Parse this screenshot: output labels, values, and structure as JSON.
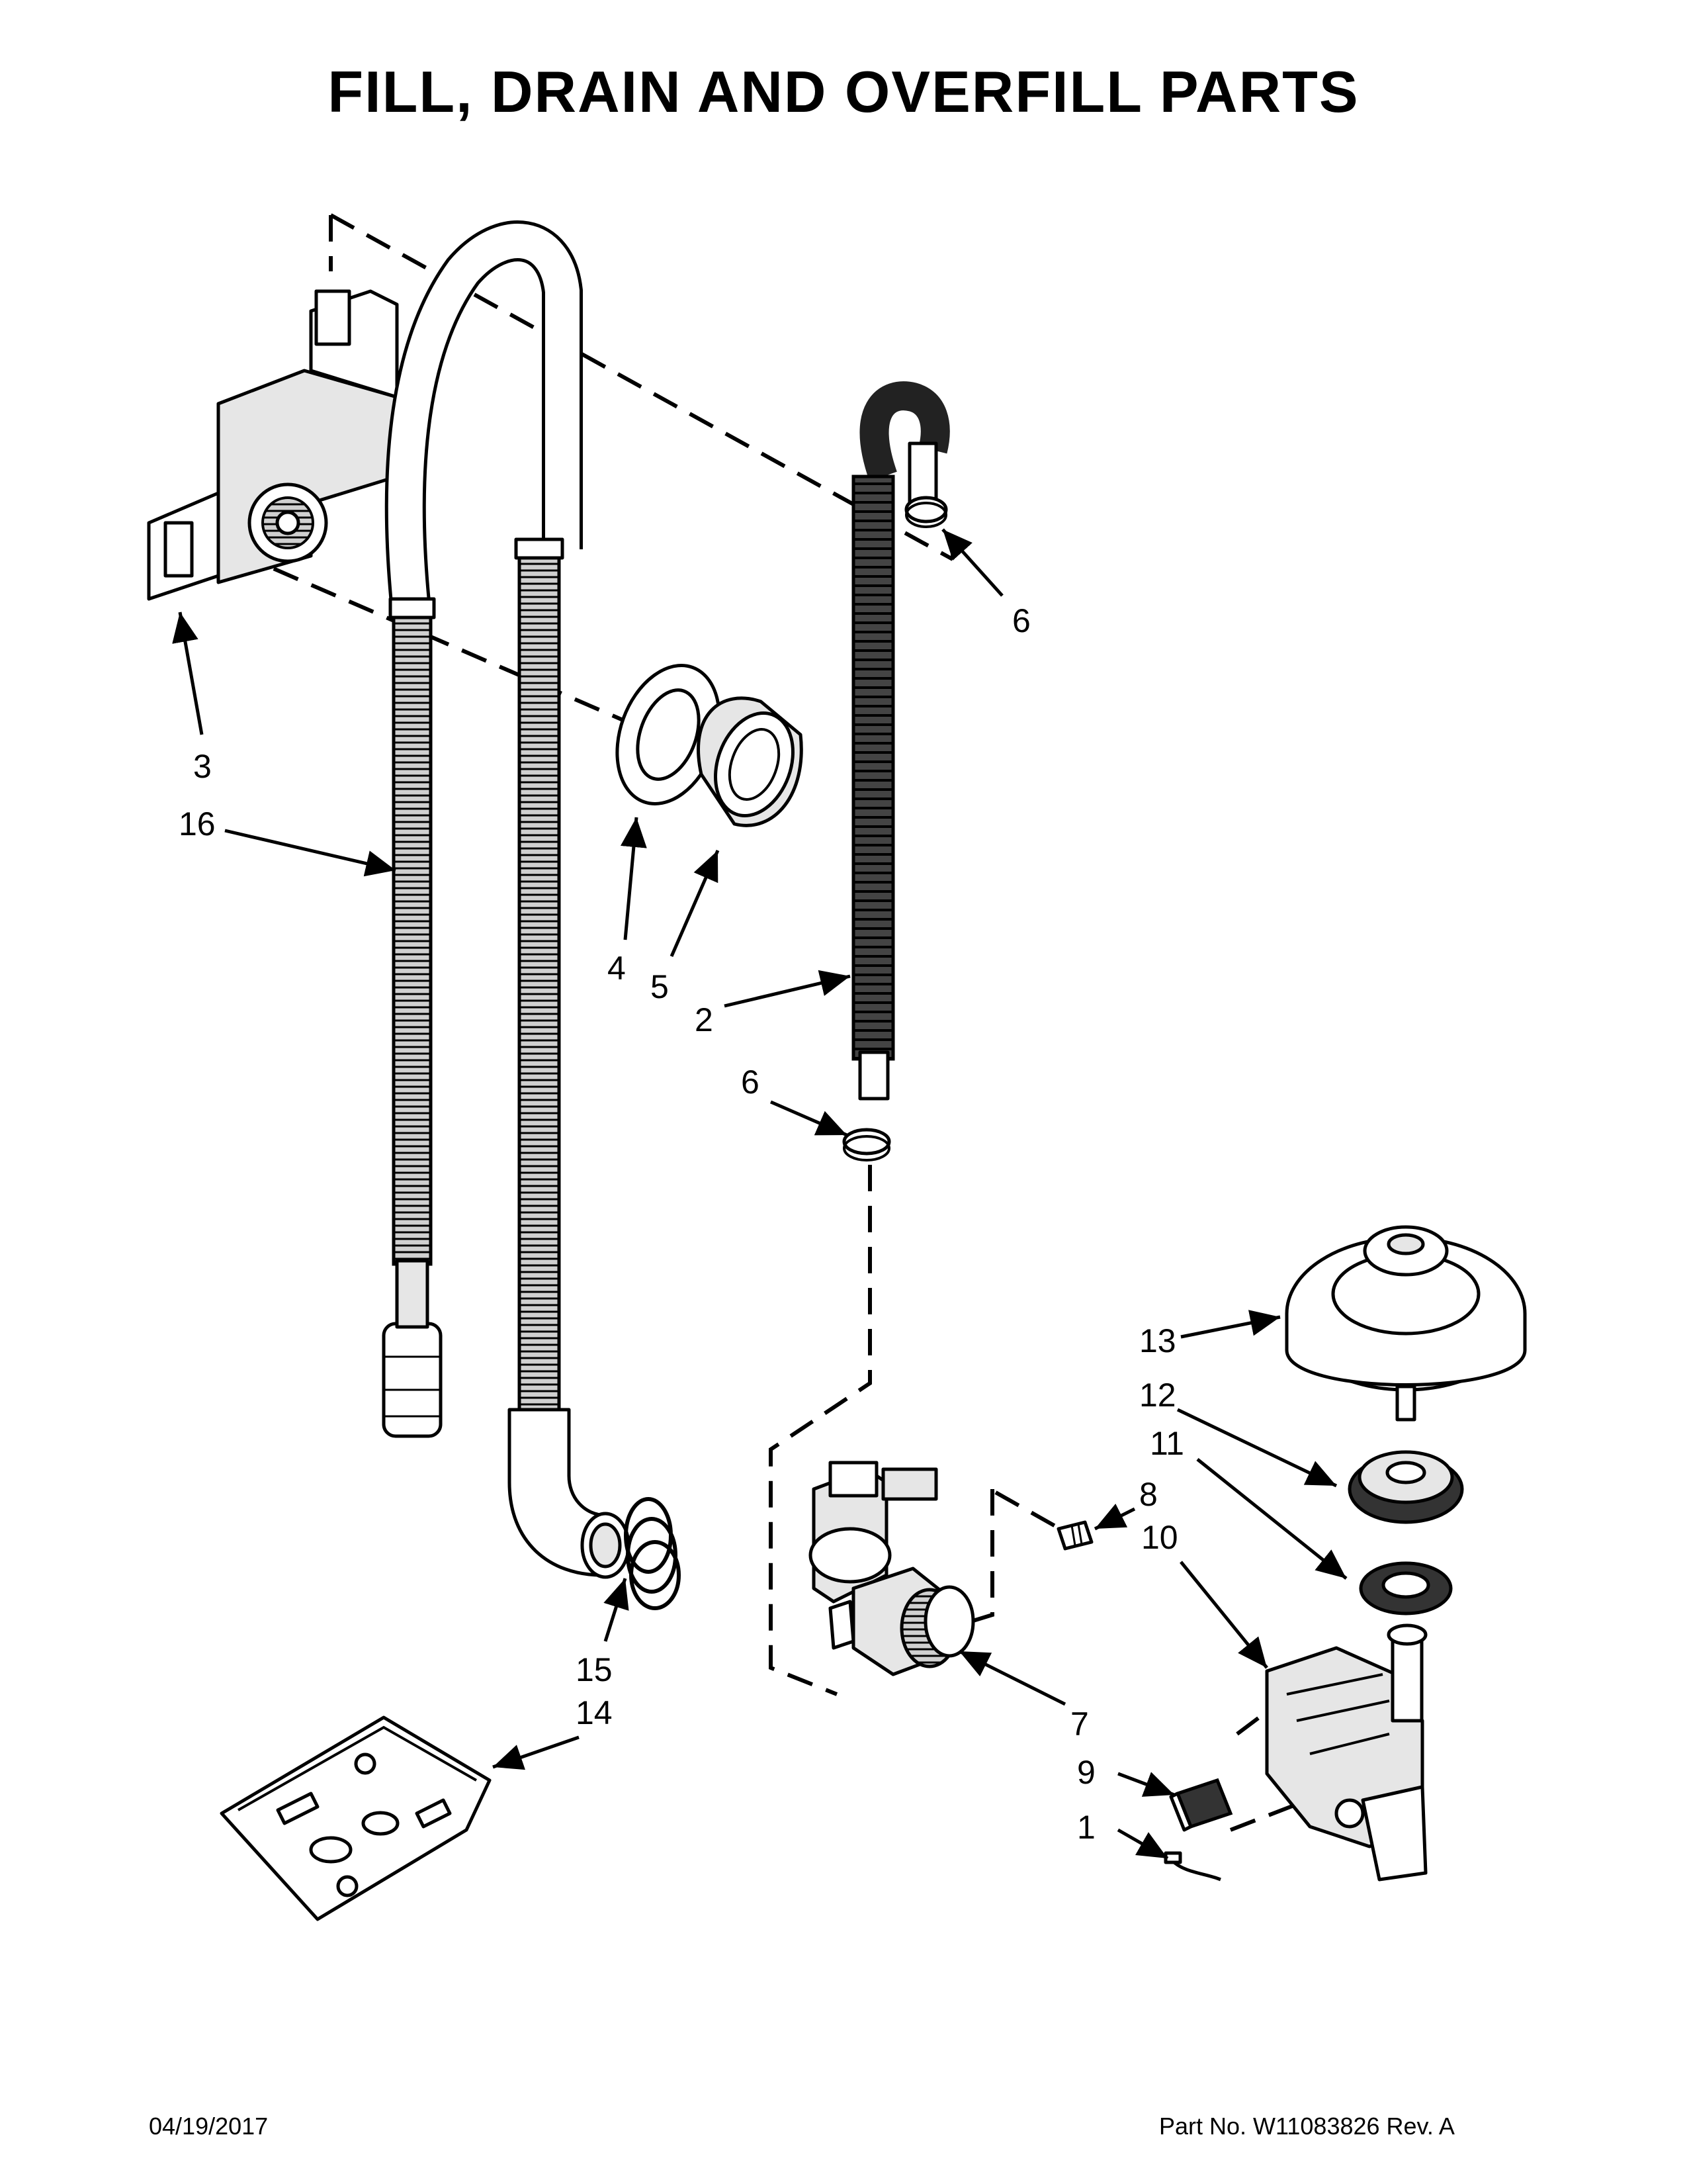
{
  "title": "FILL, DRAIN AND OVERFILL PARTS",
  "footer": {
    "date": "04/19/2017",
    "part_number": "Part No.  W11083826  Rev.  A"
  },
  "callouts": {
    "c1": "1",
    "c2": "2",
    "c3": "3",
    "c4": "4",
    "c5": "5",
    "c6a": "6",
    "c6b": "6",
    "c7": "7",
    "c8": "8",
    "c9": "9",
    "c10": "10",
    "c11": "11",
    "c12": "12",
    "c13": "13",
    "c14": "14",
    "c15": "15",
    "c16": "16"
  }
}
